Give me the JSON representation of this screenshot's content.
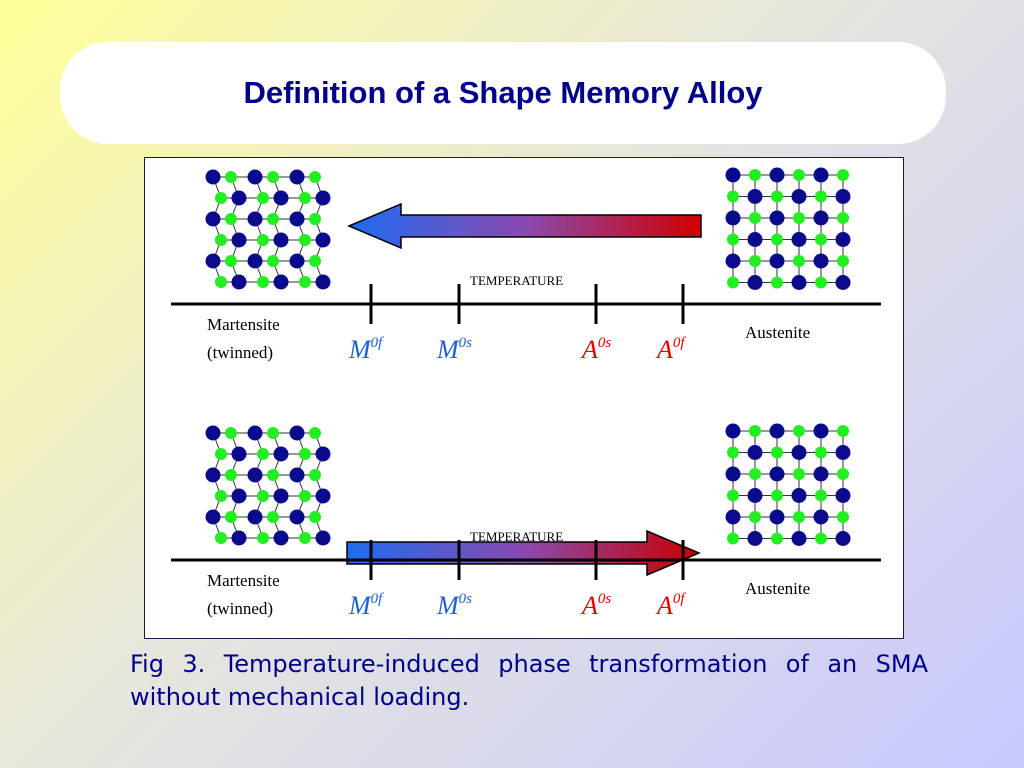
{
  "slide": {
    "title": "Definition of a Shape Memory Alloy",
    "caption": "Fig 3. Temperature-induced phase transformation of an SMA without mechanical loading."
  },
  "diagram": {
    "panels": [
      {
        "arrow_direction": "left",
        "temperature_label": "TEMPERATURE",
        "left_phase": [
          "Martensite",
          "(twinned)"
        ],
        "right_phase": "Austenite",
        "markers": [
          {
            "symbol": "M",
            "superscript": "0f",
            "color": "#1e5fd6"
          },
          {
            "symbol": "M",
            "superscript": "0s",
            "color": "#1e5fd6"
          },
          {
            "symbol": "A",
            "superscript": "0s",
            "color": "#e00000"
          },
          {
            "symbol": "A",
            "superscript": "0f",
            "color": "#e00000"
          }
        ]
      },
      {
        "arrow_direction": "right",
        "temperature_label": "TEMPERATURE",
        "left_phase": [
          "Martensite",
          "(twinned)"
        ],
        "right_phase": "Austenite",
        "markers": [
          {
            "symbol": "M",
            "superscript": "0f",
            "color": "#1e5fd6"
          },
          {
            "symbol": "M",
            "superscript": "0s",
            "color": "#1e5fd6"
          },
          {
            "symbol": "A",
            "superscript": "0s",
            "color": "#e00000"
          },
          {
            "symbol": "A",
            "superscript": "0f",
            "color": "#e00000"
          }
        ]
      }
    ],
    "colors": {
      "atom_dark": "#0a0a8c",
      "atom_green": "#22ee22",
      "arrow_blue": "#1e6cf0",
      "arrow_red": "#c80000"
    }
  }
}
